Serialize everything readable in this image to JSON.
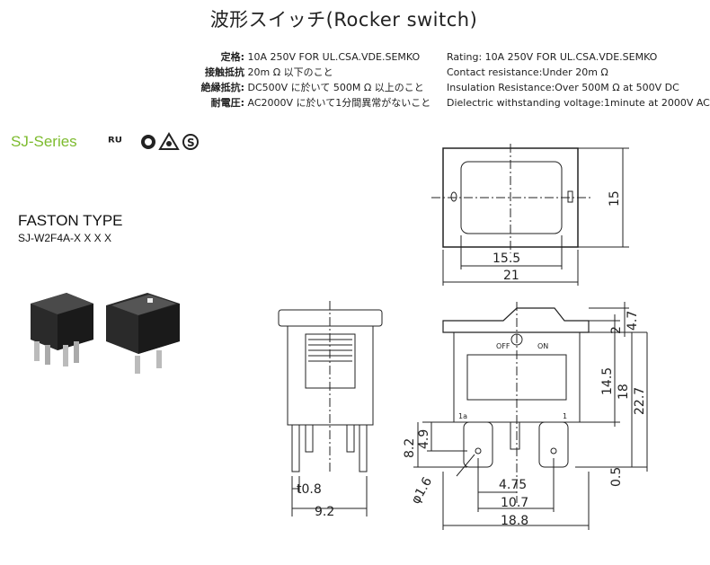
{
  "title": "波形スイッチ(Rocker switch)",
  "specs_jp": [
    {
      "label": "定格:",
      "value": "10A 250V FOR UL.CSA.VDE.SEMKO"
    },
    {
      "label": "接触抵抗",
      "value": "20m Ω 以下のこと"
    },
    {
      "label": "絶縁抵抗:",
      "value": "DC500V に於いて 500M Ω 以上のこと"
    },
    {
      "label": "耐電圧:",
      "value": "AC2000V に於いて1分間異常がないこと"
    }
  ],
  "specs_en": [
    "Rating: 10A 250V FOR UL.CSA.VDE.SEMKO",
    "Contact resistance:Under 20m Ω",
    "Insulation Resistance:Over 500M Ω  at 500V DC",
    "Dielectric withstanding voltage:1minute at 2000V AC"
  ],
  "series": "SJ-Series",
  "faston_type": "FASTON TYPE",
  "model": "SJ-W2F4A-X X X X",
  "colors": {
    "series_green": "#7dbb2e",
    "line": "#222222"
  },
  "dims": {
    "top_width_inner": "15.5",
    "top_width_outer": "21",
    "top_height": "15",
    "side_h1": "4.7",
    "side_h2": "2",
    "side_h3": "14.5",
    "side_h4": "18",
    "side_h5": "22.7",
    "side_h6": "0.5",
    "front_h1": "8.2",
    "front_h2": "4.9",
    "front_w1": "t0.8",
    "front_w2": "9.2",
    "hole_dia": "φ1.6",
    "side_w1": "4.75",
    "side_w2": "10.7",
    "side_w3": "18.8",
    "label_off": "OFF",
    "label_on": "ON",
    "label_term_1a": "1a",
    "label_term_1": "1"
  }
}
